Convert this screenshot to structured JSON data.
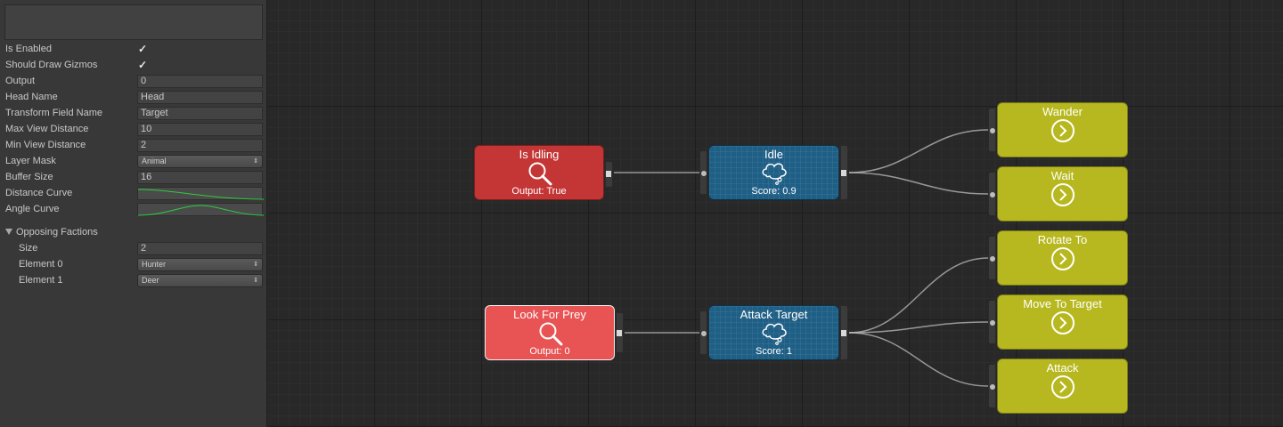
{
  "inspector": {
    "properties": [
      {
        "label": "Is Enabled",
        "type": "check",
        "value": "✓"
      },
      {
        "label": "Should Draw Gizmos",
        "type": "check",
        "value": "✓"
      },
      {
        "label": "Output",
        "type": "text",
        "value": "0"
      },
      {
        "label": "Head Name",
        "type": "text",
        "value": "Head"
      },
      {
        "label": "Transform Field Name",
        "type": "text",
        "value": "Target"
      },
      {
        "label": "Max View Distance",
        "type": "text",
        "value": "10"
      },
      {
        "label": "Min View Distance",
        "type": "text",
        "value": "2"
      },
      {
        "label": "Layer Mask",
        "type": "dropdown",
        "value": "Animal"
      },
      {
        "label": "Buffer Size",
        "type": "text",
        "value": "16"
      },
      {
        "label": "Distance Curve",
        "type": "curve"
      },
      {
        "label": "Angle Curve",
        "type": "curve"
      }
    ],
    "foldout": {
      "label": "Opposing Factions",
      "size_label": "Size",
      "size_value": "2",
      "elements": [
        {
          "label": "Element 0",
          "value": "Hunter"
        },
        {
          "label": "Element 1",
          "value": "Deer"
        }
      ]
    },
    "dropdown_arrow": "⇕",
    "curve_color": "#2ecc40"
  },
  "graph": {
    "nodes": {
      "is_idling": {
        "title": "Is Idling",
        "subtitle": "Output: True"
      },
      "look_for_prey": {
        "title": "Look For Prey",
        "subtitle": "Output: 0"
      },
      "idle": {
        "title": "Idle",
        "subtitle": "Score: 0.9"
      },
      "attack_target": {
        "title": "Attack Target",
        "subtitle": "Score: 1"
      },
      "wander": {
        "title": "Wander"
      },
      "wait": {
        "title": "Wait"
      },
      "rotate_to": {
        "title": "Rotate To"
      },
      "move_to_target": {
        "title": "Move To Target"
      },
      "attack": {
        "title": "Attack"
      }
    },
    "colors": {
      "qualifier_red": "#c43636",
      "qualifier_red_selected": "#e85353",
      "selector_blue": "#1f5f86",
      "action_yellow": "#b7b81f"
    }
  }
}
